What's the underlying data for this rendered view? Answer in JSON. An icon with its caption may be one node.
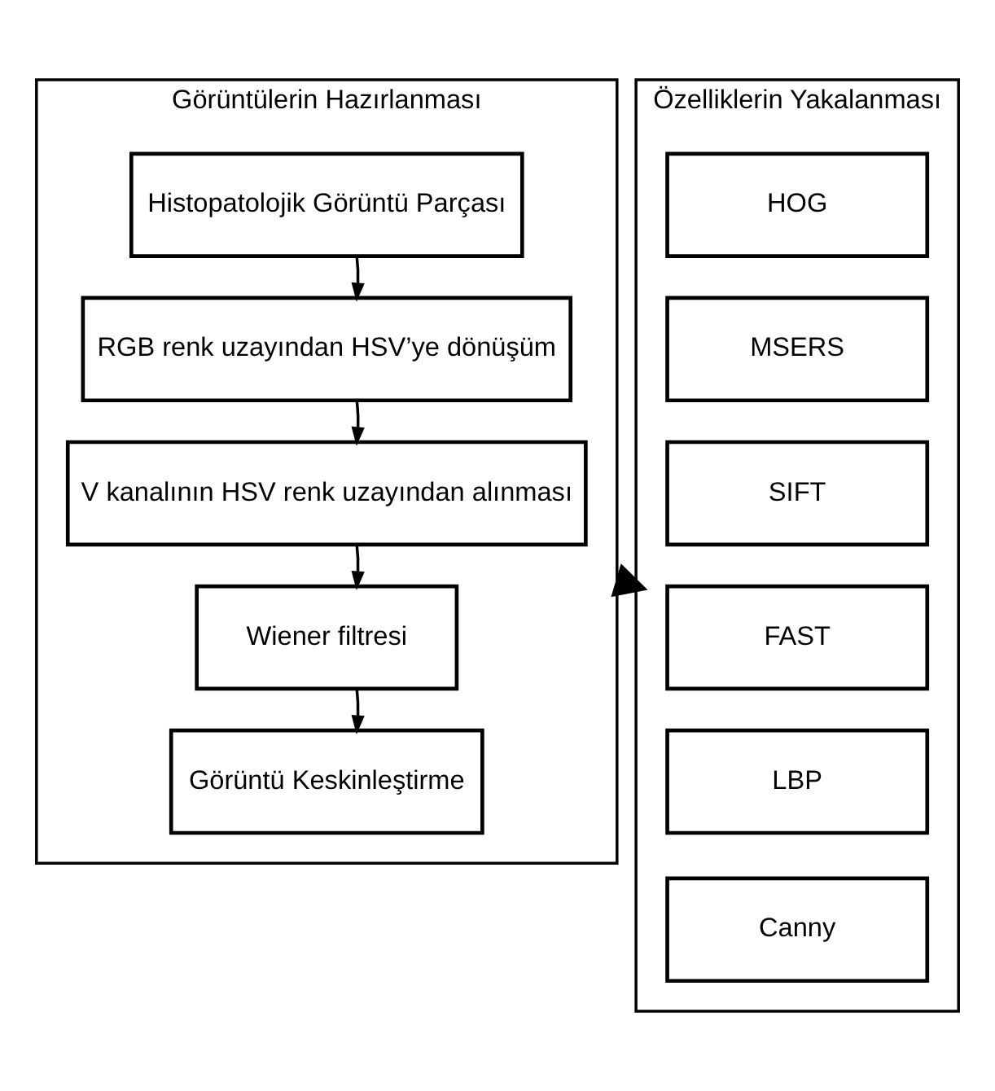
{
  "diagram": {
    "nodes": [
      {
        "text": [
          "Görüntülerin Hazırlanması"
        ]
      },
      {
        "text": [
          "Histopatolojik Görüntü Parçası"
        ],
        "in": 0
      },
      {
        "text": [
          "RGB renk uzayından HSV’ye dönüşüm"
        ],
        "in": 0
      },
      {
        "text": [
          "V kanalının HSV renk uzayından alınması"
        ],
        "in": 0
      },
      {
        "text": [
          "Wiener filtresi"
        ],
        "in": 0
      },
      {
        "text": [
          "Görüntü Keskinleştirme"
        ],
        "in": 0
      },
      {
        "text": [
          "Özelliklerin Yakalanması"
        ]
      },
      {
        "text": [
          "HOG"
        ],
        "in": 6
      },
      {
        "text": [
          "MSERS"
        ],
        "in": 6
      },
      {
        "text": [
          "SIFT"
        ],
        "in": 6
      },
      {
        "text": [
          "FAST"
        ],
        "in": 6
      },
      {
        "text": [
          "LBP"
        ],
        "in": 6
      },
      {
        "text": [
          "Canny"
        ],
        "in": 6
      }
    ],
    "edges": [
      {
        "from": 1,
        "to": 2,
        "arrow": "to"
      },
      {
        "from": 2,
        "to": 3,
        "arrow": "to"
      },
      {
        "from": 3,
        "to": 4,
        "arrow": "to"
      },
      {
        "from": 4,
        "to": 5,
        "arrow": "to"
      },
      {
        "from": 0,
        "to": 6,
        "arrow": "to",
        "style": "thick"
      }
    ]
  }
}
